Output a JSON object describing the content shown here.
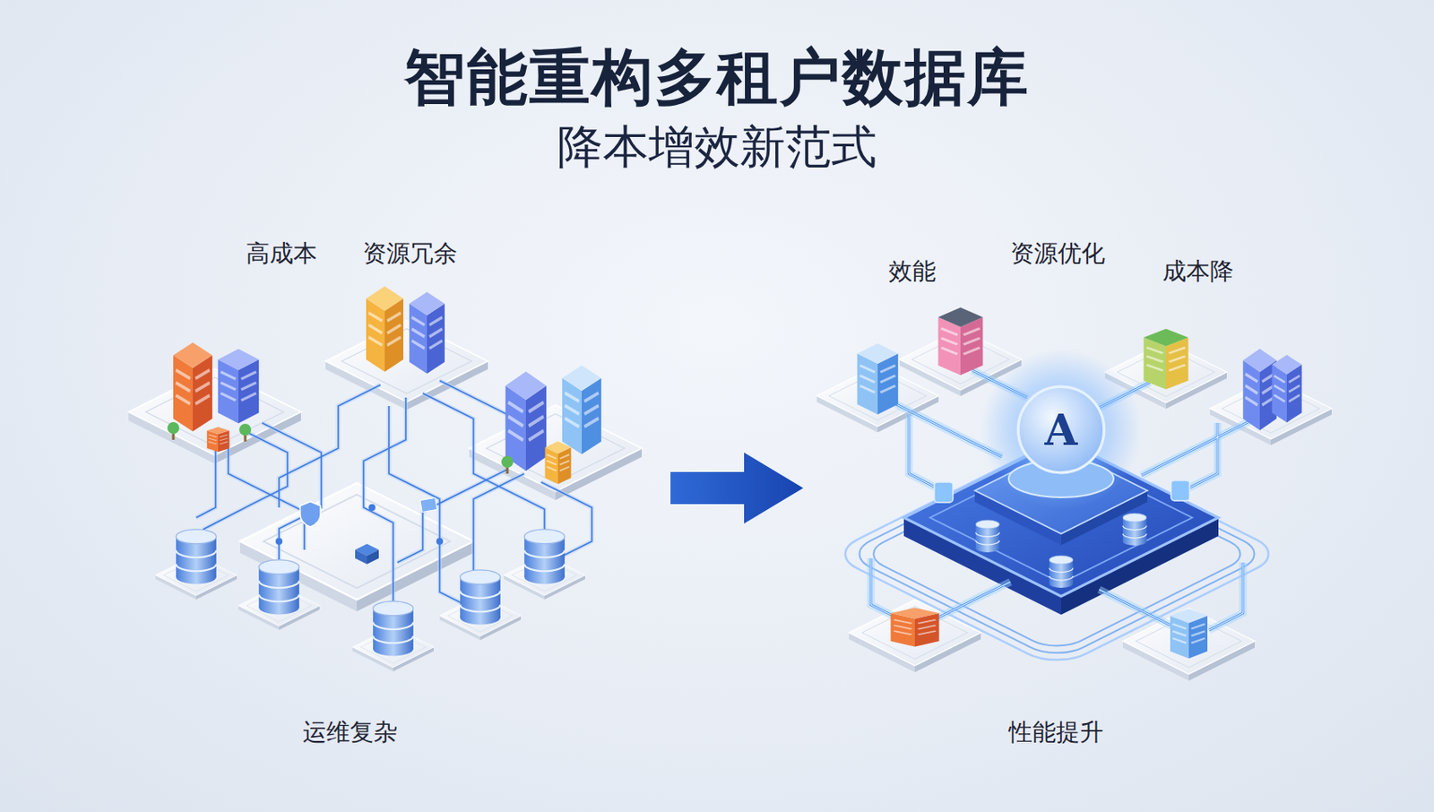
{
  "diagram": {
    "title": "智能重构多租户数据库",
    "nodes": [
      {
        "text": [
          "A"
        ]
      }
    ],
    "labels": [
      "降本增效新范式",
      "高成本",
      "资源冗余",
      "运维复杂",
      "效能",
      "资源优化",
      "成本降",
      "性能提升"
    ]
  }
}
